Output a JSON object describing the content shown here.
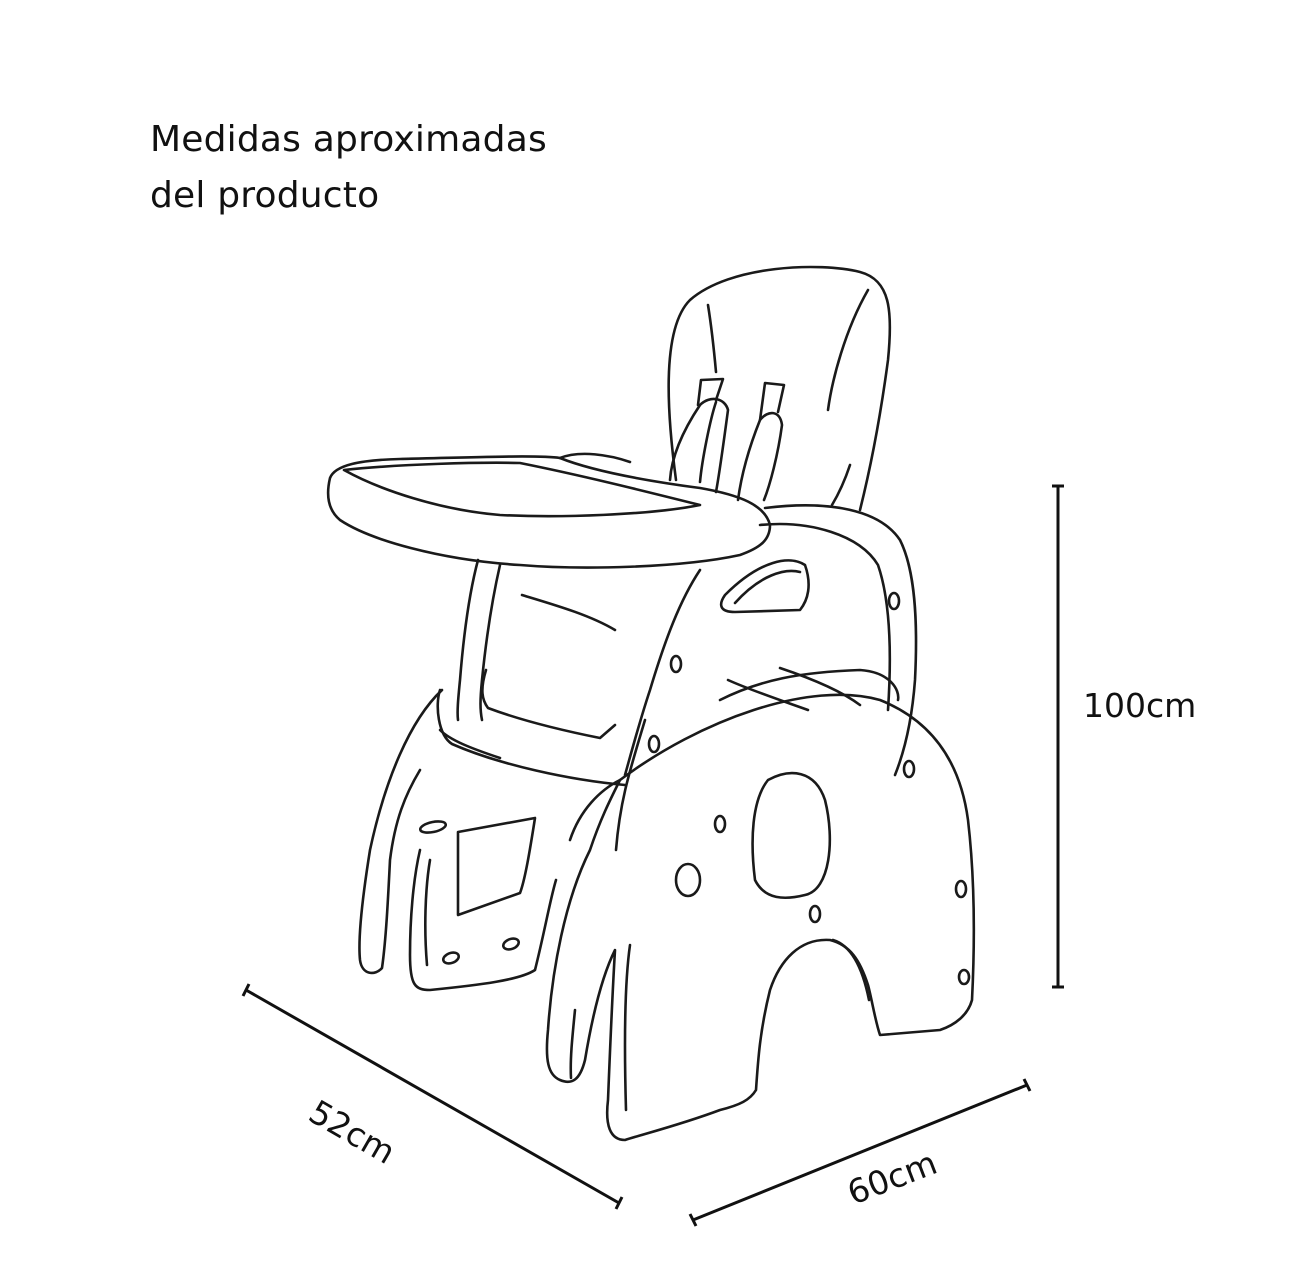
{
  "header": {
    "title_line1": "Medidas aproximadas",
    "title_line2": "del producto"
  },
  "dimensions": {
    "height": {
      "label": "100cm",
      "value": 100,
      "unit": "cm"
    },
    "depth": {
      "label": "52cm",
      "value": 52,
      "unit": "cm"
    },
    "width": {
      "label": "60cm",
      "value": 60,
      "unit": "cm"
    }
  },
  "illustration": {
    "subject": "convertible baby high chair with tray and elephant-shaped base",
    "style": "black line drawing on white",
    "colors": {
      "line": "#1a1a1a",
      "background": "#ffffff"
    }
  }
}
